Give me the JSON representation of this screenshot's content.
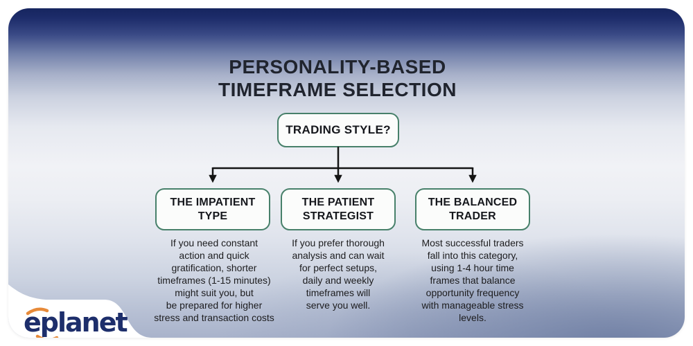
{
  "title": {
    "text": "PERSONALITY-BASED\nTIMEFRAME SELECTION"
  },
  "root_node": {
    "label": "TRADING STYLE?"
  },
  "branches": [
    {
      "heading": "THE IMPATIENT\nTYPE",
      "description": "If you need constant\naction and quick\ngratification, shorter\ntimeframes (1-15 minutes)\nmight suit you, but\nbe prepared for higher\nstress and transaction costs"
    },
    {
      "heading": "THE PATIENT\nSTRATEGIST",
      "description": "If you prefer thorough\nanalysis and can wait\nfor perfect setups,\ndaily and weekly\ntimeframes will\nserve you well."
    },
    {
      "heading": "THE BALANCED\nTRADER",
      "description": "Most successful traders\nfall into this category,\nusing 1-4 hour time\nframes that balance\nopportunity frequency\nwith manageable stress\nlevels."
    }
  ],
  "brand": {
    "logo_text": "eplanet"
  },
  "colors": {
    "card_gradient_top": "#1b2a6a",
    "card_gradient_mid": "#f1f2f6",
    "card_gradient_bottom": "#a9b3cb",
    "node_border": "#47806a",
    "node_fill": "#fbfcfb",
    "connector": "#141414",
    "title_text": "#20242e",
    "body_text": "#1c1c1e",
    "logo_navy": "#1d2e6b",
    "logo_orange": "#e78a39"
  }
}
